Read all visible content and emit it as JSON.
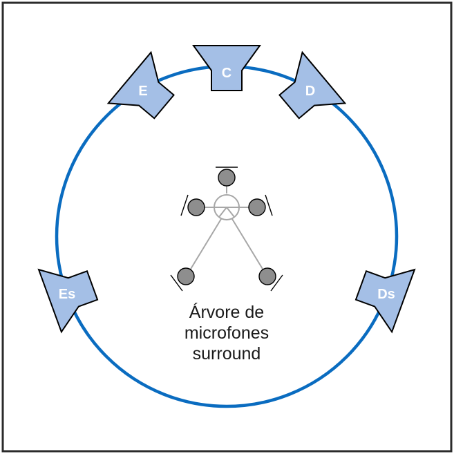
{
  "speakers": [
    {
      "id": "C",
      "label": "C"
    },
    {
      "id": "E",
      "label": "E"
    },
    {
      "id": "D",
      "label": "D"
    },
    {
      "id": "Es",
      "label": "Es"
    },
    {
      "id": "Ds",
      "label": "Ds"
    }
  ],
  "caption": [
    "Árvore de",
    "microfones",
    "surround"
  ],
  "colors": {
    "circle": "#0a6cc0",
    "speaker_fill": "#a4bfe6",
    "mic_fill": "#8e8e8e",
    "boom": "#a7a7a7"
  }
}
